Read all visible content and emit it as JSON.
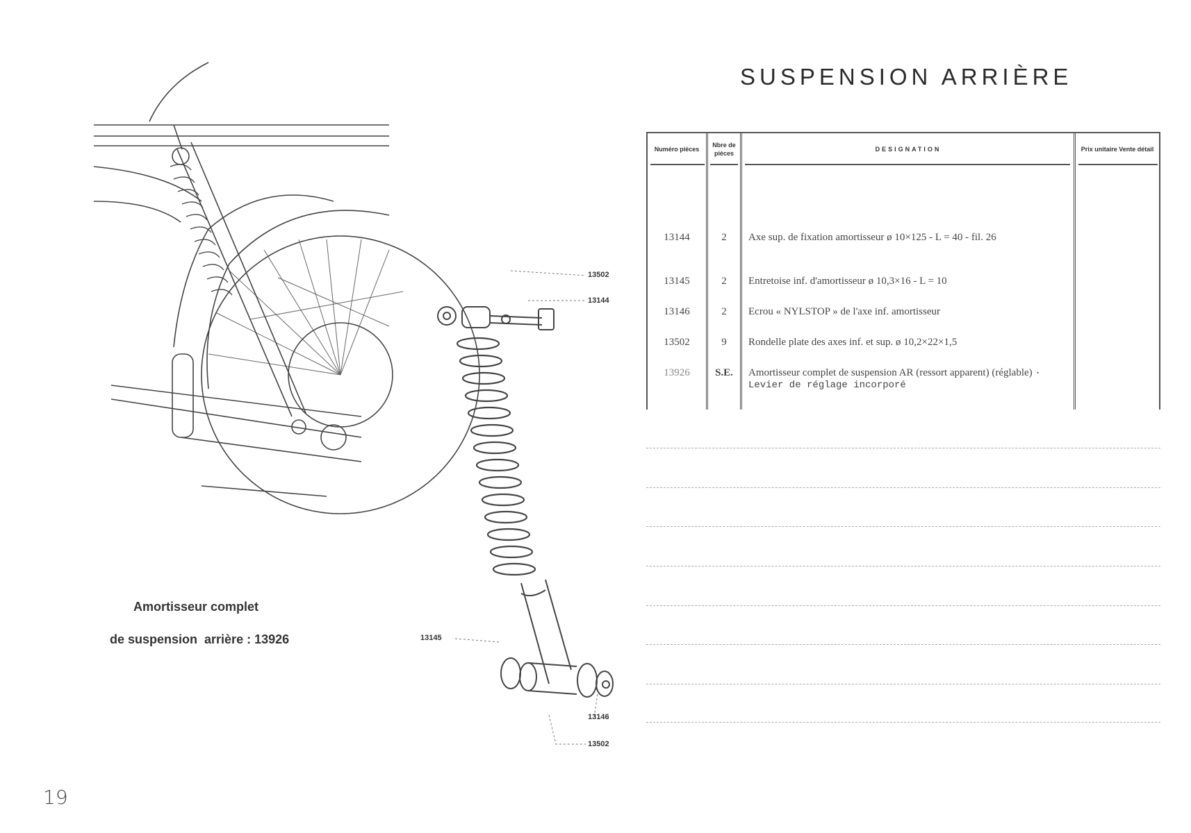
{
  "title": "SUSPENSION ARRIÈRE",
  "table": {
    "headers": [
      "Numéro pièces",
      "Nbre de pièces",
      "DESIGNATION",
      "Prix unitaire Vente détail"
    ],
    "rows": [
      {
        "num": "13144",
        "qty": "2",
        "designation": "Axe sup. de fixation amortisseur ø 10×125 - L = 40 - fil. 26"
      },
      {
        "num": "13145",
        "qty": "2",
        "designation": "Entretoise inf. d'amortisseur ø 10,3×16 - L = 10"
      },
      {
        "num": "13146",
        "qty": "2",
        "designation": "Ecrou « NYLSTOP » de l'axe inf. amortisseur"
      },
      {
        "num": "13502",
        "qty": "9",
        "designation": "Rondelle plate des axes inf. et sup. ø 10,2×22×1,5"
      },
      {
        "num": "13926",
        "qty": "S.E.",
        "designation": "Amortisseur complet de suspension AR (ressort apparent) (réglable)",
        "note": "· Levier de réglage incorporé"
      }
    ]
  },
  "caption": {
    "line1": "Amortisseur complet",
    "line2": "de suspension  arrière : 13926"
  },
  "callouts": [
    "13502",
    "13144",
    "13145",
    "13146",
    "13502"
  ],
  "page_number": "19"
}
